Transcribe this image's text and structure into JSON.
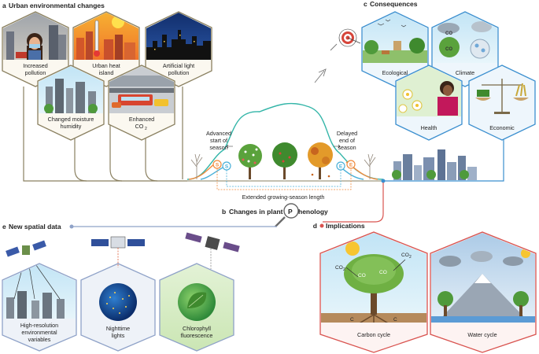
{
  "panels": {
    "a": {
      "letter": "a",
      "title": "Urban environmental changes"
    },
    "b": {
      "letter": "b",
      "title_prefix": "Changes in plant",
      "title_letter": "P",
      "title_suffix": "henology"
    },
    "c": {
      "letter": "c",
      "title": "Consequences"
    },
    "d": {
      "letter": "d",
      "title": "Implications"
    },
    "e": {
      "letter": "e",
      "title": "New spatial data"
    }
  },
  "urban": {
    "pollution": [
      "Increased",
      "pollution"
    ],
    "heat": [
      "Urban heat",
      "island"
    ],
    "light": [
      "Artificial light",
      "pollution"
    ],
    "moisture": [
      "Changed moisture",
      "humidity"
    ],
    "co2": {
      "text": "Enhanced",
      "co": "CO",
      "sub": "2"
    }
  },
  "consequences": {
    "ecological": "Ecological",
    "climate": "Climate",
    "health": "Health",
    "economic": "Economic"
  },
  "phenology": {
    "advanced": [
      "Advanced",
      "start of",
      "season"
    ],
    "delayed": [
      "Delayed",
      "end of",
      "season"
    ],
    "extended": "Extended growing-season length",
    "marker_s": "S",
    "marker_e": "E"
  },
  "implications": {
    "carbon": "Carbon cycle",
    "water": "Water cycle",
    "co2_tag": "CO",
    "co2_sub": "2",
    "c_tag": "C"
  },
  "spatial": {
    "highres": [
      "High-resolution",
      "environmental",
      "variables"
    ],
    "night": [
      "Nighttime",
      "lights"
    ],
    "chloro": [
      "Chlorophyll",
      "fluorescence"
    ]
  },
  "colors": {
    "panel_a": "#8a8060",
    "panel_c": "#3b8fcf",
    "panel_d": "#d9534f",
    "panel_e": "#8fa2c8",
    "curve_main": "#33b5a8",
    "curve_orange": "#f08a3c",
    "curve_blue": "#4ab0d8"
  }
}
